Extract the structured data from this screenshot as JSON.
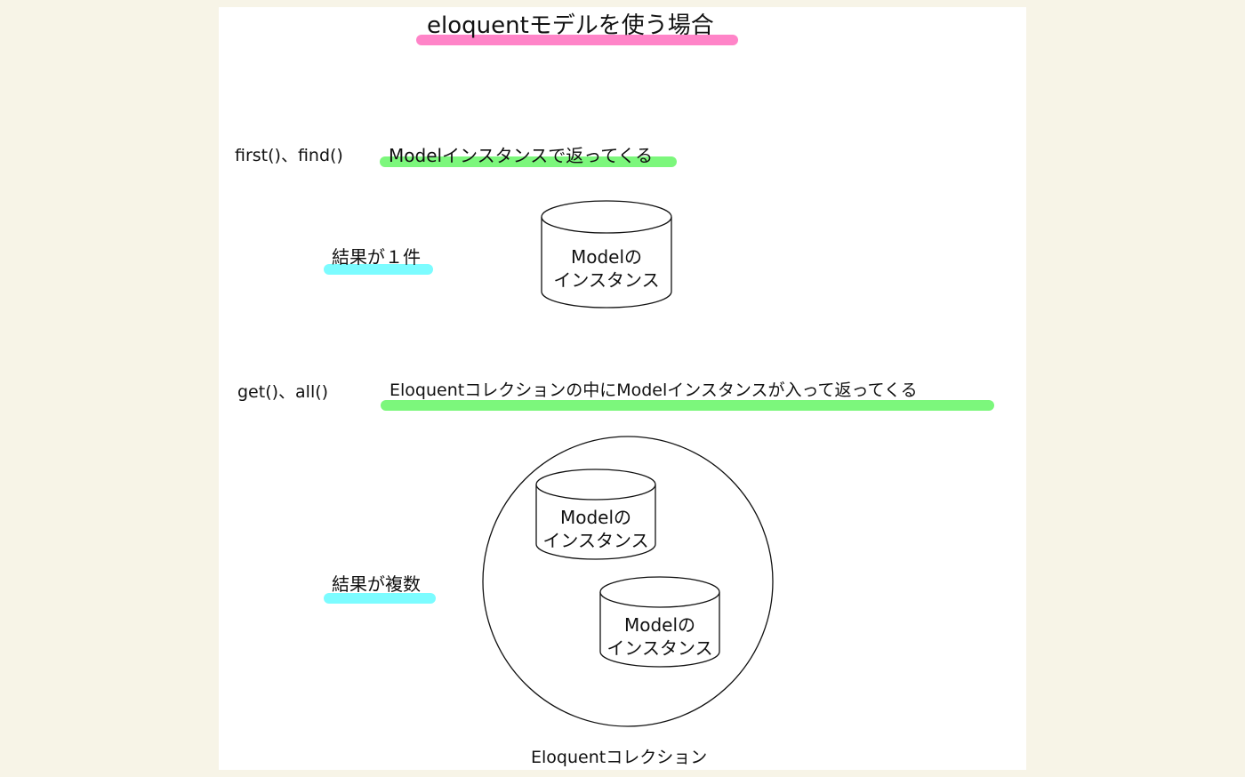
{
  "title": "eloquentモデルを使う場合",
  "colors": {
    "title_highlight": "#ff84c8",
    "return_highlight": "#7cf77c",
    "result_highlight": "#7cfcff",
    "page_background": "#f7f4e7",
    "canvas": "#ffffff"
  },
  "single": {
    "methods": "first()、find()",
    "returns": "Modelインスタンスで返ってくる",
    "result_label": "結果が１件",
    "instance": {
      "line1": "Modelの",
      "line2": "インスタンス"
    }
  },
  "multiple": {
    "methods": "get()、all()",
    "returns": "Eloquentコレクションの中にModelインスタンスが入って返ってくる",
    "result_label": "結果が複数",
    "instances": [
      {
        "line1": "Modelの",
        "line2": "インスタンス"
      },
      {
        "line1": "Modelの",
        "line2": "インスタンス"
      }
    ],
    "collection_label": "Eloquentコレクション"
  }
}
